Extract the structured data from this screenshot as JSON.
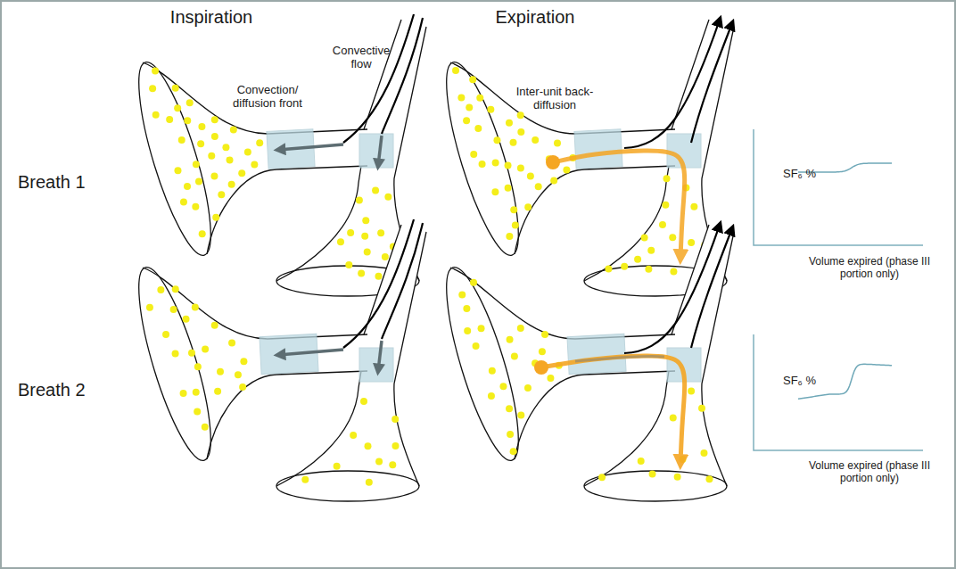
{
  "diagram": {
    "labels": [
      "Inspiration",
      "Expiration",
      "Convective flow",
      "Convection/ diffusion front",
      "Inter-unit back-diffusion",
      "Breath 1",
      "SF₆ %",
      "Volume expired (phase III portion only)",
      "Breath 2",
      "SF₆ %",
      "Volume expired (phase III portion only)"
    ]
  }
}
